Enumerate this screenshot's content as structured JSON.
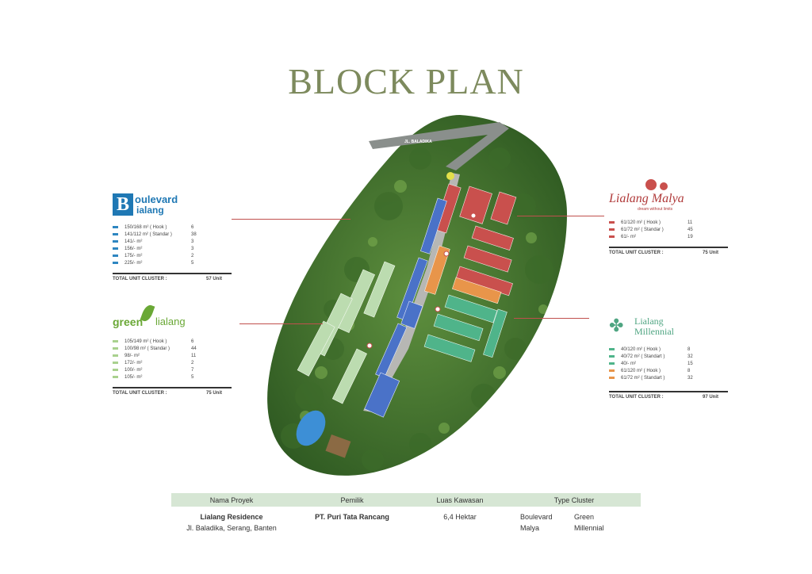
{
  "page": {
    "title": "BLOCK PLAN"
  },
  "map": {
    "road_label": "JL. BALADIKA"
  },
  "clusters": {
    "boulevard": {
      "logo_top": "oulevard",
      "logo_initial": "B",
      "logo_bottom": "ialang",
      "color": "#2e86c1",
      "rows": [
        {
          "label": "150/168 m² ( Hook )",
          "count": "6"
        },
        {
          "label": "141/112 m² ( Standar )",
          "count": "38"
        },
        {
          "label": "141/- m²",
          "count": "3"
        },
        {
          "label": "156/- m²",
          "count": "3"
        },
        {
          "label": "175/- m²",
          "count": "2"
        },
        {
          "label": "225/- m²",
          "count": "5"
        }
      ],
      "total_label": "TOTAL UNIT CLUSTER :",
      "total_value": "57 Unit"
    },
    "green": {
      "logo_green": "green",
      "logo_lialang": "lialang",
      "color": "#a9d18e",
      "rows": [
        {
          "label": "105/149 m² ( Hook )",
          "count": "6"
        },
        {
          "label": "100/98 m² ( Standar )",
          "count": "44"
        },
        {
          "label": "98/- m²",
          "count": "11"
        },
        {
          "label": "172/- m²",
          "count": "2"
        },
        {
          "label": "100/- m²",
          "count": "7"
        },
        {
          "label": "105/- m²",
          "count": "5"
        }
      ],
      "total_label": "TOTAL UNIT CLUSTER :",
      "total_value": "75 Unit"
    },
    "malya": {
      "logo_text": "Lialang Malya",
      "tagline": "dream without limits",
      "color": "#c9504d",
      "rows": [
        {
          "label": "61/120 m² ( Hook )",
          "count": "11"
        },
        {
          "label": "61/72 m² ( Standar )",
          "count": "45"
        },
        {
          "label": "61/- m²",
          "count": "19"
        }
      ],
      "total_label": "TOTAL UNIT CLUSTER :",
      "total_value": "75 Unit"
    },
    "millennial": {
      "logo_line1": "Lialang",
      "logo_line2": "Millennial",
      "color_green": "#4fb48a",
      "color_orange": "#e8954a",
      "rows": [
        {
          "label": "40/120 m² ( Hook )",
          "count": "8",
          "tone": "green"
        },
        {
          "label": "40/72 m² ( Standart )",
          "count": "32",
          "tone": "green"
        },
        {
          "label": "40/- m²",
          "count": "15",
          "tone": "green"
        },
        {
          "label": "61/120 m² ( Hook )",
          "count": "8",
          "tone": "orange"
        },
        {
          "label": "61/72 m² ( Standart )",
          "count": "32",
          "tone": "orange"
        }
      ],
      "total_label": "TOTAL UNIT CLUSTER :",
      "total_value": "97 Unit"
    }
  },
  "info": {
    "headers": [
      "Nama Proyek",
      "Pemilik",
      "Luas Kawasan",
      "Type Cluster"
    ],
    "project_name": "Lialang Residence",
    "project_address": "Jl. Baladika, Serang, Banten",
    "owner": "PT. Puri Tata Rancang",
    "area": "6,4 Hektar",
    "types": [
      "Boulevard",
      "Green",
      "Malya",
      "Millennial"
    ]
  }
}
